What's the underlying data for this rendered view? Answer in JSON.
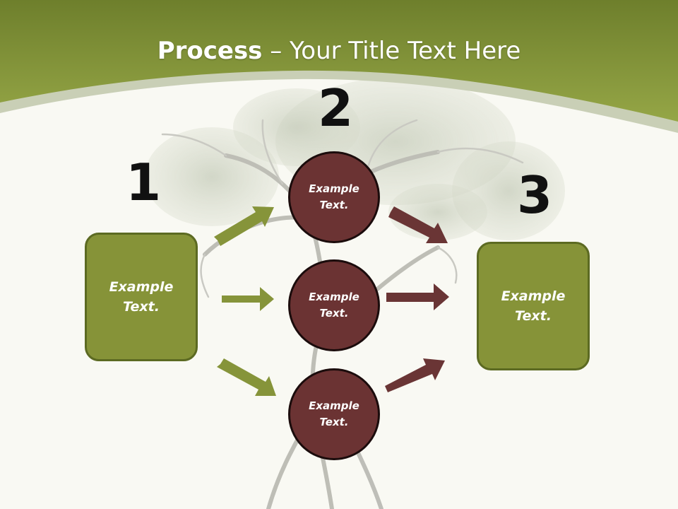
{
  "title": {
    "bold": "Process",
    "rest": " – Your Title Text Here"
  },
  "steps": [
    {
      "number": "1",
      "label_line1": "Example",
      "label_line2": "Text."
    },
    {
      "number": "2",
      "nodes": [
        {
          "label_line1": "Example",
          "label_line2": "Text."
        },
        {
          "label_line1": "Example",
          "label_line2": "Text."
        },
        {
          "label_line1": "Example",
          "label_line2": "Text."
        }
      ]
    },
    {
      "number": "3",
      "label_line1": "Example",
      "label_line2": "Text."
    }
  ],
  "colors": {
    "header_green": "#8c9c3e",
    "box_green": "#869338",
    "circle_maroon": "#6b3333",
    "arrow_green": "#86943a",
    "arrow_maroon": "#6a3535"
  }
}
